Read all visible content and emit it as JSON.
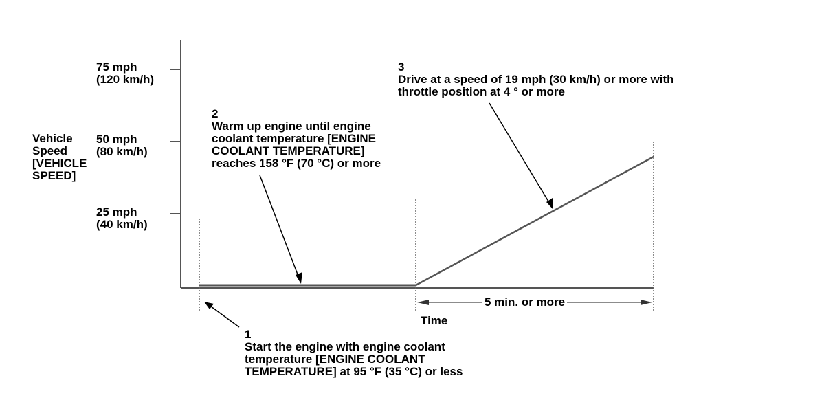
{
  "axis": {
    "y_title": "Vehicle\nSpeed\n[VEHICLE\nSPEED]",
    "x_title": "Time",
    "y_ticks": [
      {
        "mph": "75 mph",
        "kmh": "(120 km/h)"
      },
      {
        "mph": "50 mph",
        "kmh": "(80 km/h)"
      },
      {
        "mph": "25 mph",
        "kmh": "(40 km/h)"
      }
    ]
  },
  "duration": "5 min. or more",
  "steps": [
    {
      "number": "1",
      "text": "Start the engine with engine coolant\ntemperature [ENGINE COOLANT\nTEMPERATURE] at 95 °F (35 °C) or less"
    },
    {
      "number": "2",
      "text": "Warm up engine until engine\ncoolant temperature [ENGINE\nCOOLANT TEMPERATURE]\nreaches 158 °F (70 °C) or more"
    },
    {
      "number": "3",
      "text": "Drive at a speed of 19 mph (30 km/h) or more with\nthrottle position at 4 ° or more"
    }
  ],
  "colors": {
    "line": "#000000",
    "profile": "#555555",
    "guide": "#666666"
  }
}
